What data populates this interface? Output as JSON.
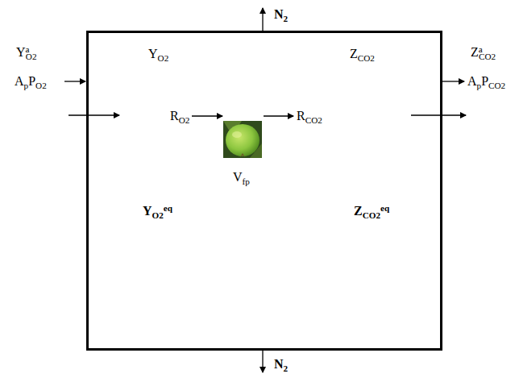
{
  "diagram": {
    "nodes": [
      {
        "text": [
          "YO2",
          "ZCO2",
          "RO2",
          "RCO2",
          "Vfp",
          "YO2eq",
          "ZCO2eq"
        ]
      }
    ],
    "labels": [
      "N2",
      "YaO2",
      "ApPO2",
      "ZaCO2",
      "ApPCO2",
      "N2"
    ]
  }
}
